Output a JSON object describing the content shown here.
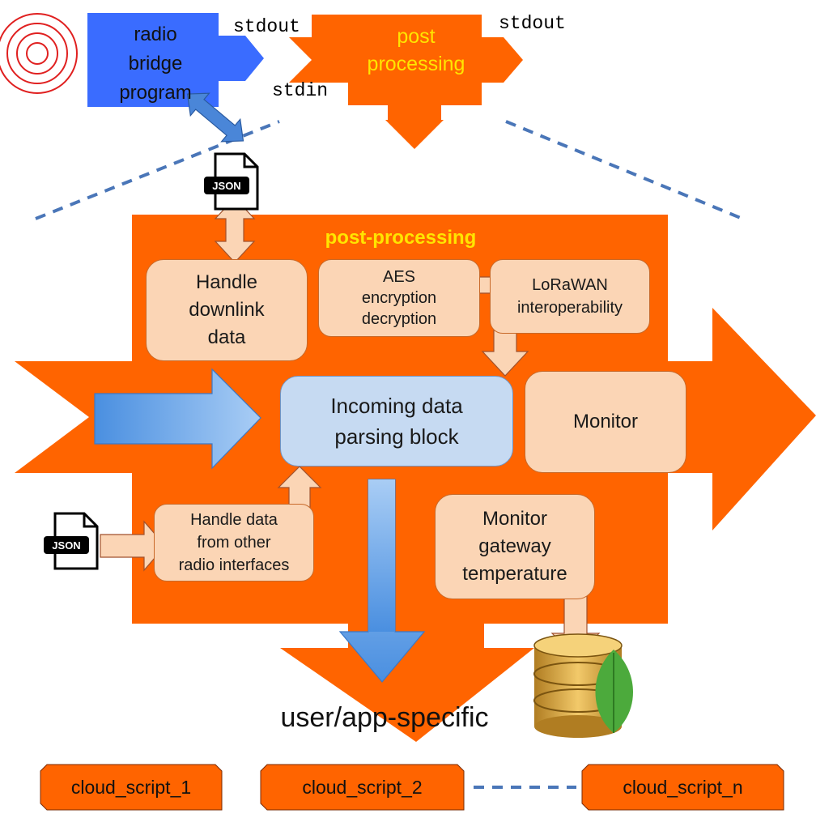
{
  "colors": {
    "orange": "#ff6400",
    "blue": "#3a6cff",
    "peach": "#fbd5b5",
    "light_blue_box": "#c6daf2",
    "yellow_text": "#ffe500",
    "dash_blue": "#4a76b8",
    "db_gold": "#d9a440",
    "leaf_green": "#4caa3c"
  },
  "top": {
    "radio_bridge": [
      "radio",
      "bridge",
      "program"
    ],
    "stdout_1": "stdout",
    "stdin": "stdin",
    "post_processing": [
      "post",
      "processing"
    ],
    "stdout_2": "stdout"
  },
  "json_badge": "JSON",
  "main": {
    "title": "post-processing",
    "handle_downlink": [
      "Handle",
      "downlink",
      "data"
    ],
    "aes": [
      "AES",
      "encryption",
      "decryption"
    ],
    "lorawan": [
      "LoRaWAN",
      "interoperability"
    ],
    "incoming": [
      "Incoming data",
      "parsing block"
    ],
    "monitor": "Monitor",
    "handle_other": [
      "Handle data",
      "from other",
      "radio interfaces"
    ],
    "monitor_gw": [
      "Monitor",
      "gateway",
      "temperature"
    ]
  },
  "user_app": "user/app-specific",
  "cloud_scripts": [
    "cloud_script_1",
    "cloud_script_2",
    "cloud_script_n"
  ]
}
